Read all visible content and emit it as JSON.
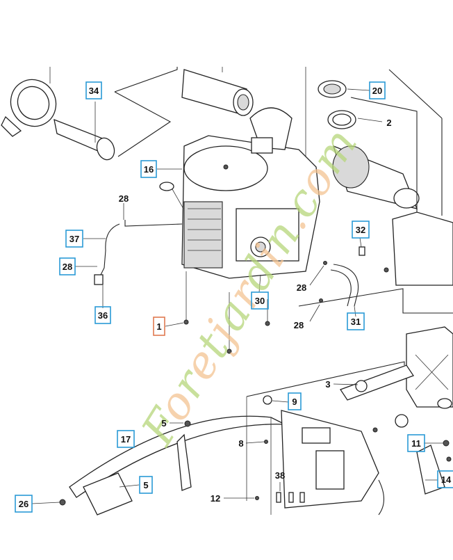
{
  "diagram": {
    "watermark": "Foretjardin.com",
    "watermark_colors": [
      "#b5d67a",
      "#f3c391"
    ],
    "box_color": "#2a9ad6",
    "highlight_color": "#e07a50",
    "callouts": [
      {
        "id": "34",
        "boxed": true
      },
      {
        "id": "20",
        "boxed": true
      },
      {
        "id": "2",
        "boxed": false
      },
      {
        "id": "16",
        "boxed": true
      },
      {
        "id": "28",
        "boxed": false
      },
      {
        "id": "37",
        "boxed": true
      },
      {
        "id": "28",
        "boxed": true
      },
      {
        "id": "36",
        "boxed": true
      },
      {
        "id": "32",
        "boxed": true
      },
      {
        "id": "30",
        "boxed": true
      },
      {
        "id": "28",
        "boxed": false
      },
      {
        "id": "28",
        "boxed": false
      },
      {
        "id": "31",
        "boxed": true
      },
      {
        "id": "1",
        "boxed": true,
        "highlight": true
      },
      {
        "id": "3",
        "boxed": false
      },
      {
        "id": "9",
        "boxed": true
      },
      {
        "id": "5",
        "boxed": false
      },
      {
        "id": "17",
        "boxed": true
      },
      {
        "id": "8",
        "boxed": false
      },
      {
        "id": "11",
        "boxed": true
      },
      {
        "id": "5",
        "boxed": true
      },
      {
        "id": "14",
        "boxed": true
      },
      {
        "id": "38",
        "boxed": false
      },
      {
        "id": "12",
        "boxed": false
      },
      {
        "id": "26",
        "boxed": true
      }
    ]
  }
}
